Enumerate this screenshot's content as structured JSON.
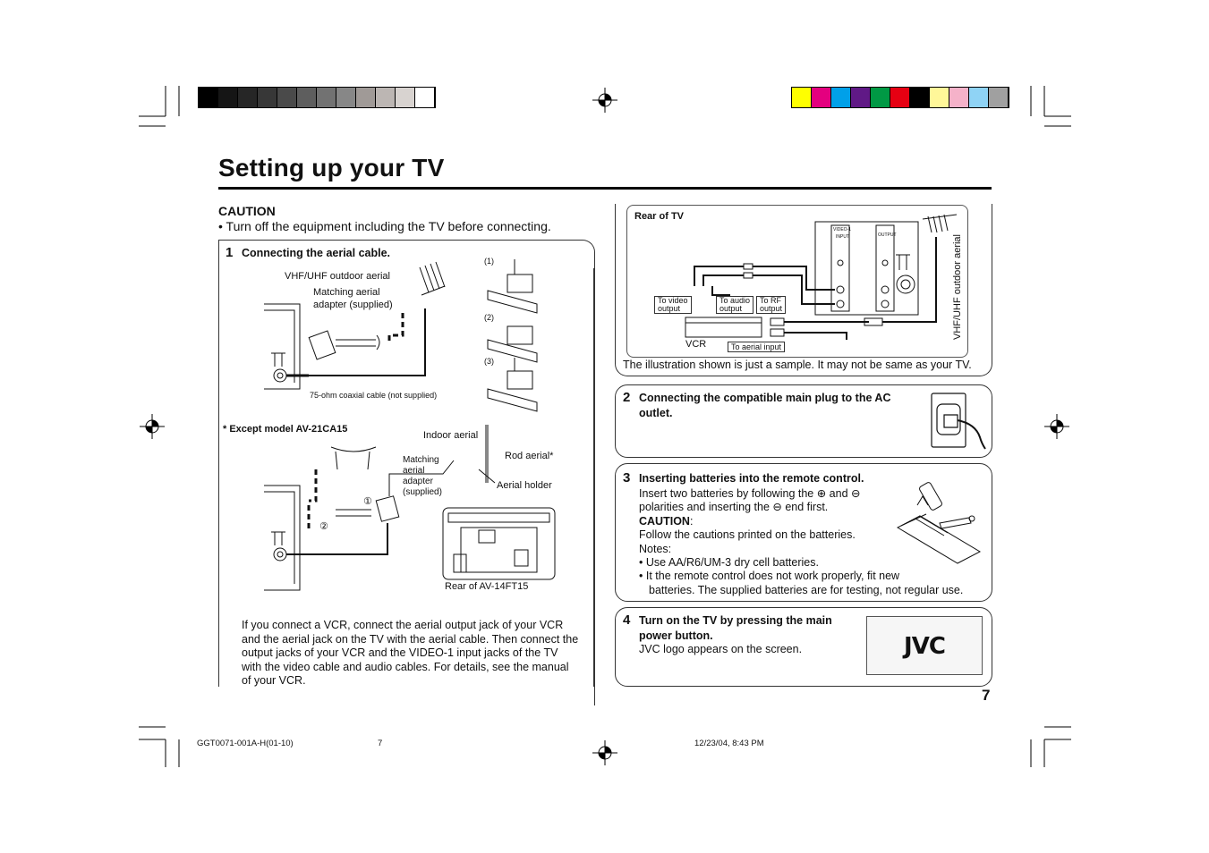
{
  "page": {
    "title": "Setting up your TV",
    "page_number": "7",
    "footer_left": "GGT0071-001A-H(01-10)",
    "footer_mid": "7",
    "footer_right": "12/23/04, 8:43 PM"
  },
  "caution": {
    "head": "CAUTION",
    "text": "•  Turn off the equipment including the TV before connecting."
  },
  "step1": {
    "num": "1",
    "title": "Connecting the aerial cable.",
    "labels": {
      "vhf_uhf": "VHF/UHF outdoor aerial",
      "matching_1": "Matching aerial",
      "matching_2": "adapter (supplied)",
      "coax": "75-ohm coaxial cable (not supplied)",
      "sub1": "(1)",
      "sub2": "(2)",
      "sub3": "(3)",
      "except": "* Except model AV-21CA15",
      "indoor": "Indoor aerial",
      "rod": "Rod aerial*",
      "m_a": "Matching",
      "m_b": "aerial",
      "m_c": "adapter",
      "m_d": "(supplied)",
      "holder": "Aerial holder",
      "c1": "①",
      "c2": "②",
      "rear": "Rear of AV-14FT15"
    },
    "vcr_note": [
      "If you connect a VCR, connect the aerial output jack of your VCR",
      "and the aerial jack on the TV with the aerial cable. Then connect the",
      "output jacks of your VCR and the VIDEO-1 input jacks of the TV",
      "with the video cable and audio cables. For details, see the manual",
      "of your VCR."
    ]
  },
  "rear": {
    "title": "Rear of TV",
    "video_out_1": "To video",
    "video_out_2": "output",
    "audio_out_1": "To audio",
    "audio_out_2": "output",
    "rf_out_1": "To RF",
    "rf_out_2": "output",
    "vcr": "VCR",
    "aerial_in": "To aerial input",
    "vhf": "VHF/UHF outdoor aerial",
    "video1": "VIDEO-1",
    "input": "INPUT",
    "output": "OUTPUT",
    "note": "The illustration shown is just a sample. It may not be same as your TV."
  },
  "step2": {
    "num": "2",
    "title_1": "Connecting the compatible main plug to the AC",
    "title_2": "outlet."
  },
  "step3": {
    "num": "3",
    "title": "Inserting batteries into the remote control.",
    "line1": "Insert two batteries by following the ⊕ and ⊖",
    "line2": "polarities and inserting the ⊖ end first.",
    "caution": "CAUTION",
    "caution_colon": ":",
    "line3": "Follow the cautions printed on the batteries.",
    "notes": "Notes:",
    "note1": "•  Use AA/R6/UM-3 dry cell batteries.",
    "note2": "•  It the remote control does not work properly, fit new",
    "note2b": "batteries. The supplied batteries are for testing, not regular use."
  },
  "step4": {
    "num": "4",
    "title_1": "Turn on the TV by pressing the main",
    "title_2": "power button.",
    "text": "JVC logo appears on the screen.",
    "logo": "JVC"
  },
  "colors": {
    "gray_bar": [
      "#000000",
      "#151515",
      "#262626",
      "#373737",
      "#4a4a4a",
      "#5e5e5e",
      "#727272",
      "#878787",
      "#a09a97",
      "#bcb6b3",
      "#d8d3d0",
      "#ffffff"
    ],
    "color_bar": [
      "#ffff00",
      "#e4007f",
      "#00a0e9",
      "#601986",
      "#009944",
      "#e60012",
      "#000000",
      "#fff799",
      "#f5b2c9",
      "#8fd3f5",
      "#a0a0a0"
    ]
  }
}
